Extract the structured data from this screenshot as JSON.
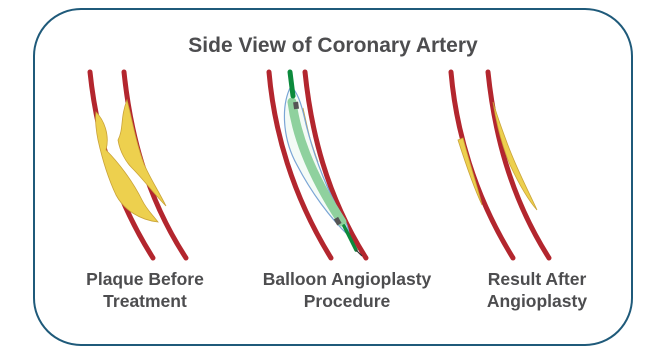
{
  "title": "Side View of Coronary Artery",
  "panels": [
    {
      "id": "plaque",
      "caption": [
        "Plaque Before",
        "Treatment"
      ]
    },
    {
      "id": "balloon",
      "caption": [
        "Balloon Angioplasty",
        "Procedure"
      ]
    },
    {
      "id": "result",
      "caption": [
        "Result After",
        "Angioplasty"
      ]
    }
  ],
  "colors": {
    "frame": "#1f5a7a",
    "artery_wall": "#b3262e",
    "plaque": "#edd04e",
    "balloon": "#8fd19e",
    "balloon_outline": "#7aa5d6",
    "catheter": "#0c8a3c",
    "marker": "#555555",
    "text": "#4d4d4f"
  }
}
